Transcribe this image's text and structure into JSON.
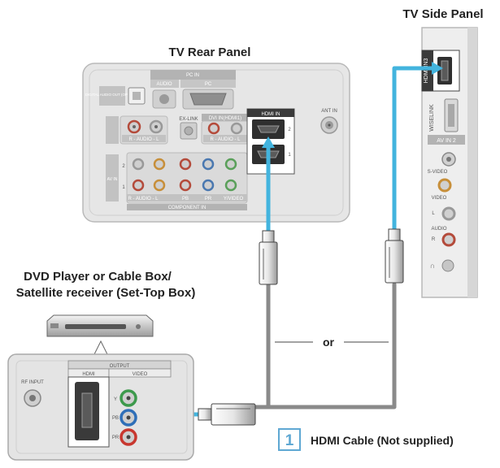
{
  "labels": {
    "tv_side_panel": "TV Side Panel",
    "tv_rear_panel": "TV Rear Panel",
    "source_line1": "DVD Player or Cable Box/",
    "source_line2": "Satellite receiver (Set-Top Box)",
    "or": "or",
    "step_number": "1",
    "cable_caption": "HDMI Cable (Not supplied)"
  },
  "rear_panel": {
    "pc_in": "PC IN",
    "audio": "AUDIO",
    "pc": "PC",
    "digital_audio_out": "DIGITAL AUDIO OUT (OPTICAL)",
    "ex_link": "EX-LINK",
    "dvi_in": "DVI IN(HDMI1)",
    "audio_rl": "R - AUDIO - L",
    "hdmi_in": "HDMI IN",
    "hdmi_port_2": "2",
    "hdmi_port_1": "1",
    "ant_in": "ANT IN",
    "av_in": "AV IN",
    "component_in": "COMPONENT IN",
    "comp_audio": "R - AUDIO - L",
    "pb": "PB",
    "pr": "PR",
    "y_video": "Y/VIDEO",
    "row_2": "2",
    "row_1": "1"
  },
  "side_panel": {
    "hdmi_in3": "HDMI IN3",
    "wiselink": "WISELINK",
    "av_in2": "AV IN 2",
    "s_video": "S-VIDEO",
    "video": "VIDEO",
    "audio": "AUDIO",
    "l": "L",
    "r": "R"
  },
  "box_panel": {
    "output": "OUTPUT",
    "hdmi": "HDMI",
    "video": "VIDEO",
    "rf_input": "RF INPUT",
    "y": "Y",
    "pb": "PB",
    "pr": "PR"
  },
  "colors": {
    "cable_blue": "#43b4de",
    "cable_gray": "#8a8a8a",
    "panel_gray": "#e2e2e2",
    "step_blue": "#5fa8d3"
  }
}
